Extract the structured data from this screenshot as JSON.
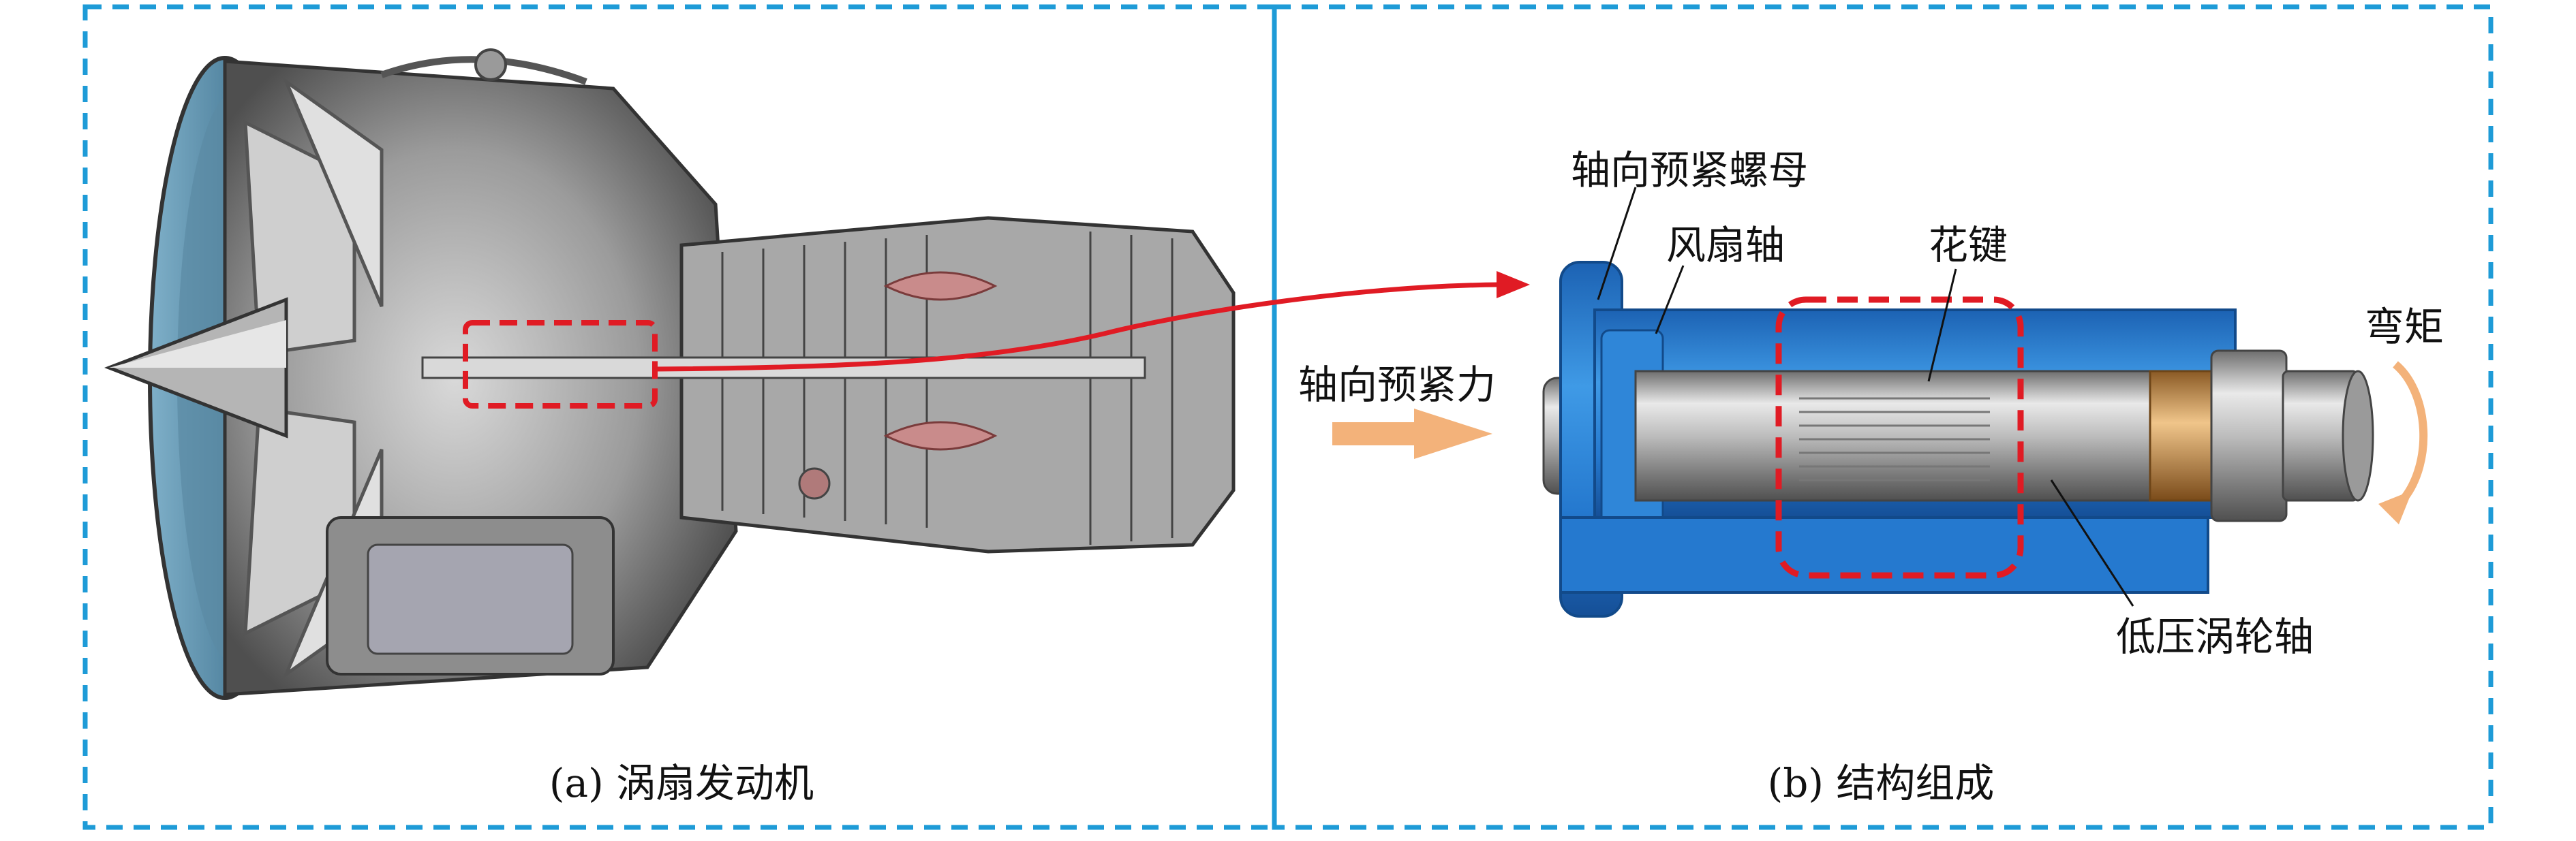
{
  "colors": {
    "frame": "#1e9bd7",
    "highlight": "#e01b24",
    "pointer_arrow": "#e01b24",
    "force_arrow": "#f3b27a",
    "torque_arrow": "#f3b27a",
    "shaft_blue": "#2a7fd0",
    "shaft_metal": "#b9b9b9",
    "text": "#111111"
  },
  "panels": {
    "a": {
      "caption": "(a) 涡扇发动机"
    },
    "b": {
      "caption": "(b) 结构组成"
    }
  },
  "labels": {
    "nut": "轴向预紧螺母",
    "fan_shaft": "风扇轴",
    "spline": "花键",
    "torque": "弯矩",
    "preload_force": "轴向预紧力",
    "lp_turbine_shaft": "低压涡轮轴"
  },
  "icons": {
    "engine": "turbofan-engine-cutaway",
    "shaft_assembly": "shaft-assembly-section"
  }
}
